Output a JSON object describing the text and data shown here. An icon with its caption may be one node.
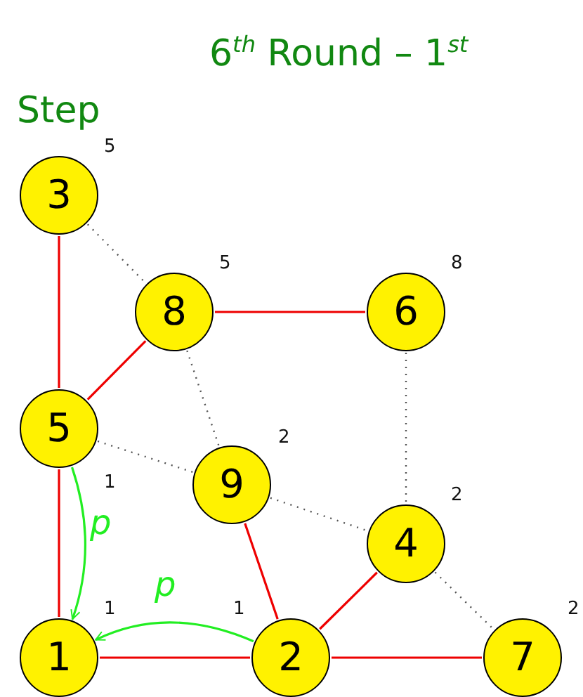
{
  "diagram": {
    "title": "6$^{th}$ Round – 1$^{st}$ Step",
    "nodes": [
      {
        "text": [
          "3"
        ],
        "beside": [
          "5"
        ]
      },
      {
        "text": [
          "8"
        ],
        "beside": [
          "5"
        ]
      },
      {
        "text": [
          "6"
        ],
        "beside": [
          "8"
        ]
      },
      {
        "text": [
          "5"
        ],
        "beside": [
          "1"
        ]
      },
      {
        "text": [
          "9"
        ],
        "beside": [
          "2"
        ]
      },
      {
        "text": [
          "4"
        ],
        "beside": [
          "2"
        ]
      },
      {
        "text": [
          "1"
        ],
        "beside": [
          "1"
        ]
      },
      {
        "text": [
          "2"
        ],
        "beside": [
          "1"
        ]
      },
      {
        "text": [
          "7"
        ],
        "beside": [
          "2"
        ]
      }
    ],
    "edges": [
      {
        "from": 0,
        "to": 3,
        "arrow": "none"
      },
      {
        "from": 0,
        "to": 1,
        "arrow": "none",
        "style": "dashed",
        "color": "#555555"
      },
      {
        "from": 1,
        "to": 2,
        "arrow": "none"
      },
      {
        "from": 3,
        "to": 1,
        "arrow": "none"
      },
      {
        "from": 1,
        "to": 4,
        "arrow": "none",
        "style": "dashed",
        "color": "#555555"
      },
      {
        "from": 2,
        "to": 5,
        "arrow": "none",
        "style": "dashed",
        "color": "#555555"
      },
      {
        "from": 3,
        "to": 4,
        "arrow": "none",
        "style": "dashed",
        "color": "#555555"
      },
      {
        "from": 3,
        "to": 6,
        "arrow": "none"
      },
      {
        "from": 4,
        "to": 5,
        "arrow": "none",
        "style": "dashed",
        "color": "#555555"
      },
      {
        "from": 4,
        "to": 7,
        "arrow": "none"
      },
      {
        "from": 7,
        "to": 5,
        "arrow": "none"
      },
      {
        "from": 5,
        "to": 8,
        "arrow": "none",
        "style": "dashed",
        "color": "#555555"
      },
      {
        "from": 6,
        "to": 7,
        "arrow": "none"
      },
      {
        "from": 7,
        "to": 8,
        "arrow": "none"
      },
      {
        "from": 3,
        "to": 6,
        "arrow": "to",
        "label": "p",
        "color": "#22ee22"
      },
      {
        "from": 7,
        "to": 6,
        "arrow": "to",
        "label": "p",
        "color": "#22ee22"
      }
    ]
  }
}
